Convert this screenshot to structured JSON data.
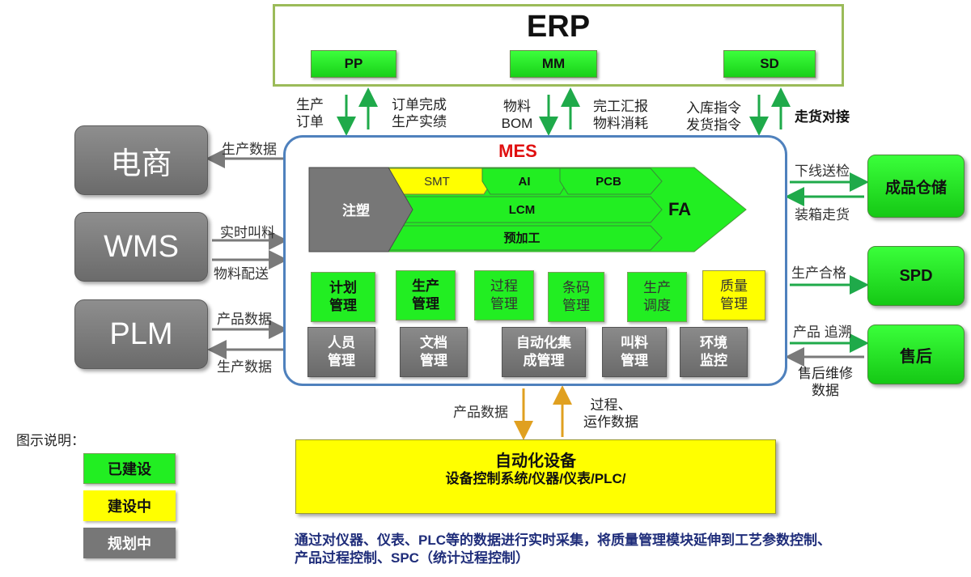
{
  "erp": {
    "title": "ERP",
    "modules": [
      "PP",
      "MM",
      "SD"
    ]
  },
  "erp_flows": {
    "pp_down": [
      "生产",
      "订单"
    ],
    "pp_up": [
      "订单完成",
      "生产实绩"
    ],
    "mm_down": [
      "物料",
      "BOM"
    ],
    "mm_up": [
      "完工汇报",
      "物料消耗"
    ],
    "sd_down": [
      "入库指令",
      "发货指令"
    ],
    "sd_note": "走货对接"
  },
  "left_systems": [
    {
      "name": "电商",
      "flows": [
        "生产数据"
      ]
    },
    {
      "name": "WMS",
      "flows": [
        "实时叫料",
        "物料配送"
      ]
    },
    {
      "name": "PLM",
      "flows": [
        "产品数据",
        "生产数据"
      ]
    }
  ],
  "mes": {
    "title": "MES",
    "process": {
      "injection": "注塑",
      "smt": "SMT",
      "ai": "AI",
      "pcb": "PCB",
      "lcm": "LCM",
      "preprocess": "预加工",
      "fa": "FA"
    },
    "modules_row1": [
      {
        "label": [
          "计划",
          "管理"
        ],
        "status": "built"
      },
      {
        "label": [
          "生产",
          "管理"
        ],
        "status": "built"
      },
      {
        "label": [
          "过程",
          "管理"
        ],
        "status": "built"
      },
      {
        "label": [
          "条码",
          "管理"
        ],
        "status": "built"
      },
      {
        "label": [
          "生产",
          "调度"
        ],
        "status": "built"
      },
      {
        "label": [
          "质量",
          "管理"
        ],
        "status": "building"
      }
    ],
    "modules_row2": [
      {
        "label": [
          "人员",
          "管理"
        ],
        "status": "planned"
      },
      {
        "label": [
          "文档",
          "管理"
        ],
        "status": "planned"
      },
      {
        "label": [
          "自动化集",
          "成管理"
        ],
        "status": "planned"
      },
      {
        "label": [
          "叫料",
          "管理"
        ],
        "status": "planned"
      },
      {
        "label": [
          "环境",
          "监控"
        ],
        "status": "planned"
      }
    ]
  },
  "right_systems": [
    {
      "name": "成品仓储",
      "flows": [
        "下线送检",
        "装箱走货"
      ]
    },
    {
      "name": "SPD",
      "flows": [
        "生产合格"
      ]
    },
    {
      "name": "售后",
      "flows": [
        "产品 追溯",
        "售后维修",
        "数据"
      ]
    }
  ],
  "bottom_flows": {
    "down": "产品数据",
    "up": [
      "过程、",
      "运作数据"
    ]
  },
  "automation": {
    "title": "自动化设备",
    "subtitle": "设备控制系统/仪器/仪表/PLC/"
  },
  "legend": {
    "title": "图示说明：",
    "items": [
      {
        "label": "已建设",
        "color": "#22ee22"
      },
      {
        "label": "建设中",
        "color": "#ffff00"
      },
      {
        "label": "规划中",
        "color": "#777777"
      }
    ]
  },
  "note": [
    "通过对仪器、仪表、PLC等的数据进行实时采集，将质量管理模块延伸到工艺参数控制、",
    "产品过程控制、SPC（统计过程控制）"
  ]
}
